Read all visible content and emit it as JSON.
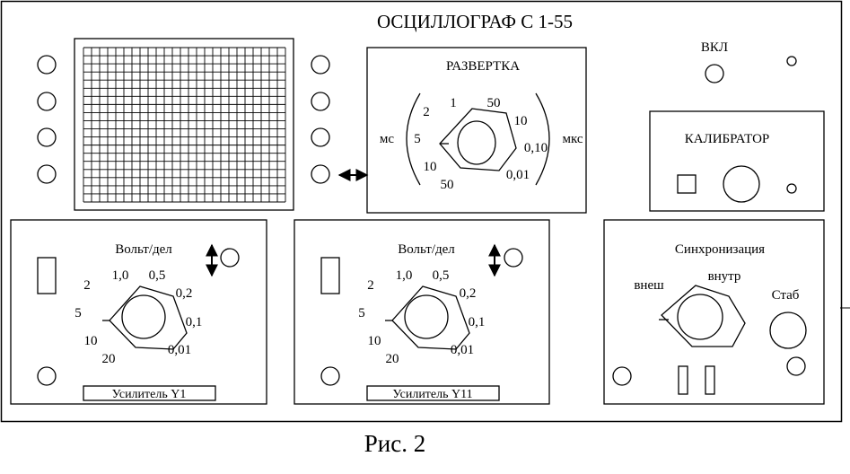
{
  "panel": {
    "title": "ОСЦИЛЛОГРАФ С 1-55",
    "caption": "Рис. 2",
    "power_label": "ВКЛ"
  },
  "sweep": {
    "title": "РАЗВЕРТКА",
    "unit_left": "мс",
    "unit_right": "мкс",
    "labels": [
      "1",
      "50",
      "2",
      "10",
      "5",
      "0,10",
      "10",
      "0,01",
      "50"
    ]
  },
  "calibrator": {
    "title": "КАЛИБРАТОР"
  },
  "amp1": {
    "title": "Вольт/дел",
    "labels": [
      "2",
      "1,0",
      "0,5",
      "0,2",
      "5",
      "0,1",
      "10",
      "0,01",
      "20"
    ],
    "caption": "Усилитель Y1"
  },
  "amp2": {
    "title": "Вольт/дел",
    "labels": [
      "2",
      "1,0",
      "0,5",
      "0,2",
      "5",
      "0,1",
      "10",
      "0,01",
      "20"
    ],
    "caption": "Усилитель Y11"
  },
  "sync": {
    "title": "Синхронизация",
    "external": "внеш",
    "internal": "внутр",
    "stab": "Стаб"
  },
  "icons": {
    "double-arrow-horizontal": "↔",
    "double-arrow-vertical": "↕",
    "knob": "circle"
  }
}
